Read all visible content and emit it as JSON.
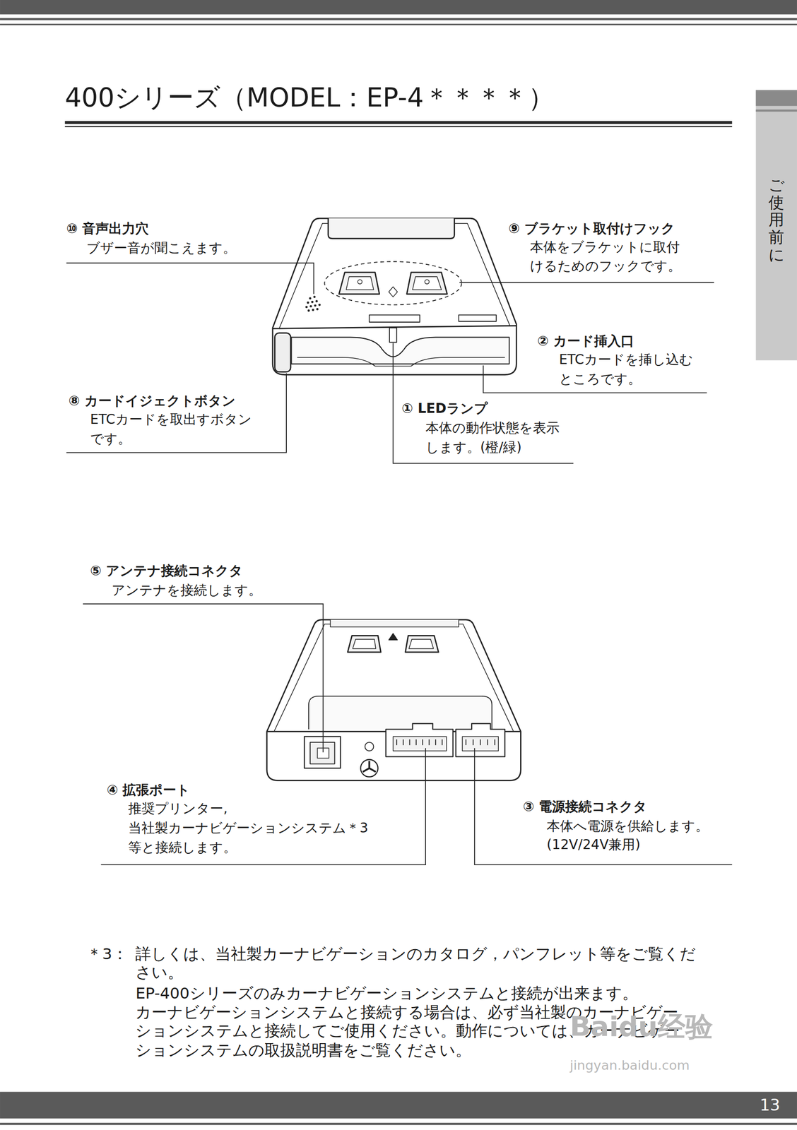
{
  "diagram": {
    "title": "400シリーズ（MODEL：EP-4＊＊＊＊）",
    "nodes": [
      {
        "text": [
          "ご使用前に"
        ]
      },
      {
        "text": [
          "13"
        ]
      }
    ],
    "labels": [
      "⑩ 音声出力穴",
      "ブザー音が聞こえます。",
      "⑨ ブラケット取付けフック",
      "本体をブラケットに取付",
      "けるためのフックです。",
      "② カード挿入口",
      "ETCカードを挿し込む",
      "ところです。",
      "⑧ カードイジェクトボタン",
      "ETCカードを取出すボタン",
      "です。",
      "① LEDランプ",
      "本体の動作状態を表示",
      "します。(橙/緑)",
      "⑤ アンテナ接続コネクタ",
      "アンテナを接続します。",
      "④ 拡張ポート",
      "推奨プリンター,",
      "当社製カーナビゲーションシステム＊3",
      "等と接続します。",
      "③ 電源接続コネクタ",
      "本体へ電源を供給します。",
      "(12V/24V兼用)",
      "＊3：",
      "詳しくは、当社製カーナビゲーションのカタログ，パンフレット等をご覧くだ",
      "さい。",
      "EP-400シリーズのみカーナビゲーションシステムと接続が出来ます。",
      "カーナビゲーションシステムと接続する場合は、必ず当社製のカーナビゲー",
      "ションシステムと接続してご使用ください。動作については、カーナビゲー",
      "ションシステムの取扱説明書をご覧ください。",
      "Baidu经验",
      "jingyan.baidu.com"
    ]
  }
}
